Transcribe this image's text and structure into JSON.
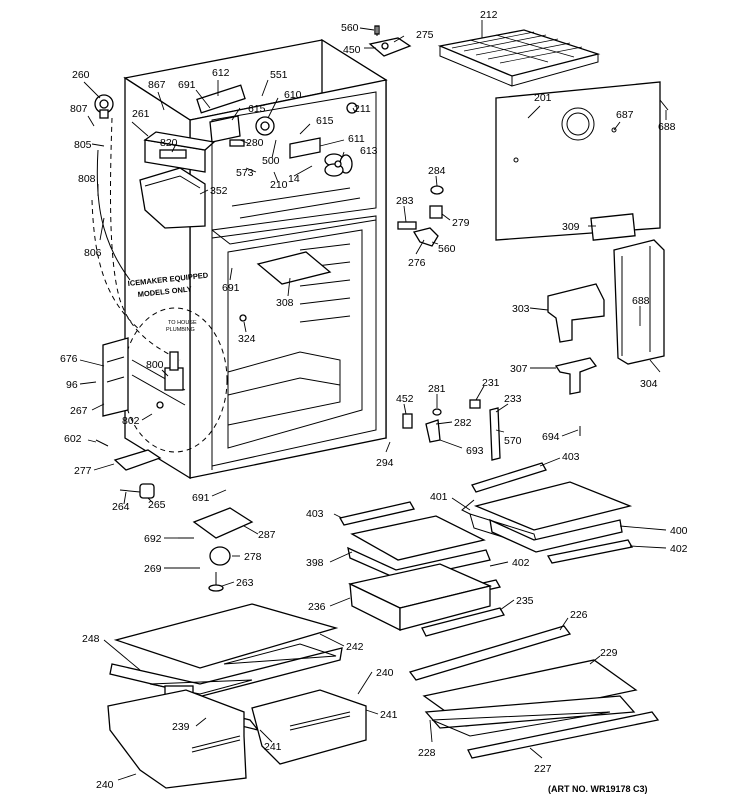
{
  "labels": [
    "560",
    "275",
    "450",
    "212",
    "260",
    "867",
    "612",
    "551",
    "691",
    "610",
    "807",
    "261",
    "615",
    "211",
    "201",
    "687",
    "688",
    "805",
    "820",
    "280",
    "500",
    "615",
    "611",
    "613",
    "573",
    "210",
    "14",
    "284",
    "808",
    "352",
    "279",
    "283",
    "309",
    "276",
    "560",
    "806",
    "691",
    "308",
    "303",
    "688",
    "324",
    "676",
    "96",
    "800",
    "304",
    "307",
    "267",
    "281",
    "231",
    "452",
    "233",
    "802",
    "570",
    "282",
    "602",
    "694",
    "693",
    "294",
    "403",
    "277",
    "691",
    "401",
    "264",
    "265",
    "403",
    "287",
    "400",
    "692",
    "398",
    "402",
    "278",
    "402",
    "269",
    "236",
    "235",
    "263",
    "226",
    "248",
    "242",
    "229",
    "240",
    "239",
    "241",
    "241",
    "228",
    "240",
    "227"
  ],
  "notes": {
    "icemaker": [
      "ICEMAKER EQUIPPED",
      "MODELS ONLY"
    ],
    "plumbing": [
      "TO HOUSE",
      "PLUMBING"
    ]
  },
  "art_number": "(ART NO. WR19178 C3)"
}
